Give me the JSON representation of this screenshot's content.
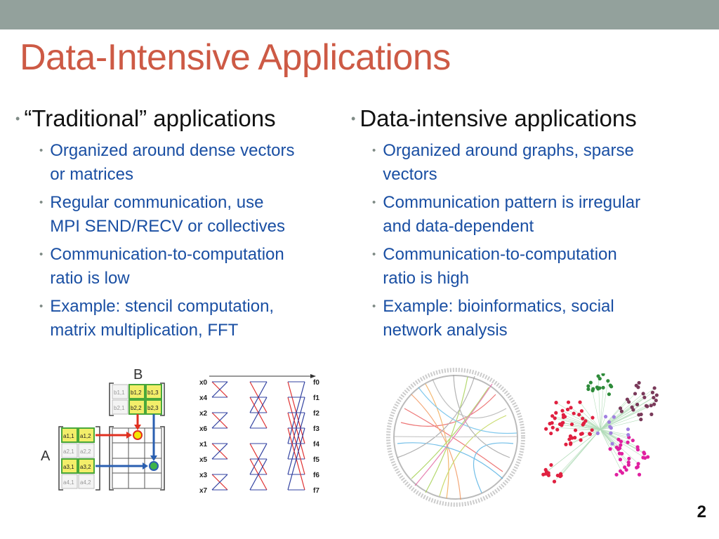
{
  "slide": {
    "title": "Data-Intensive Applications",
    "page_number": "2",
    "colors": {
      "topbar": "#93a19c",
      "title": "#cd5a45",
      "sub_bullet_text": "#1a4fa3"
    }
  },
  "left": {
    "heading": "“Traditional” applications",
    "bullets": [
      "Organized around dense vectors\nor matrices",
      "Regular communication, use\nMPI SEND/RECV or collectives",
      "Communication-to-computation\nratio is low",
      "Example: stencil computation,\nmatrix multiplication, FFT"
    ]
  },
  "right": {
    "heading": "Data-intensive applications",
    "bullets": [
      "Organized around graphs, sparse\nvectors",
      "Communication pattern is irregular\nand data-dependent",
      "Communication-to-computation\nratio is high",
      "Example: bioinformatics, social\nnetwork analysis"
    ]
  },
  "figures": {
    "matrix": {
      "label_a": "A",
      "label_b": "B",
      "a_cells": [
        "a1,1",
        "a1,2",
        "a2,1",
        "a2,2",
        "a3,1",
        "a3,2",
        "a4,1",
        "a4,2"
      ],
      "b_cells": [
        "b1,1",
        "b1,2",
        "b1,3",
        "b2,1",
        "b2,2",
        "b2,3"
      ]
    },
    "fft": {
      "inputs": [
        "x0",
        "x4",
        "x2",
        "x6",
        "x1",
        "x5",
        "x3",
        "x7"
      ],
      "outputs": [
        "f0",
        "f1",
        "f2",
        "f3",
        "f4",
        "f5",
        "f6",
        "f7"
      ]
    }
  }
}
